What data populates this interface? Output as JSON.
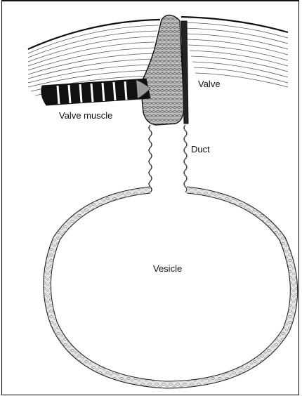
{
  "diagram": {
    "labels": {
      "valve": "Valve",
      "valve_muscle": "Valve muscle",
      "duct": "Duct",
      "vesicle": "Vesicle"
    },
    "colors": {
      "ink": "#111111",
      "skin_lines": "#555555",
      "cell_fill": "#d9d9d9",
      "muscle_band": "#111111",
      "paper": "#ffffff"
    }
  }
}
